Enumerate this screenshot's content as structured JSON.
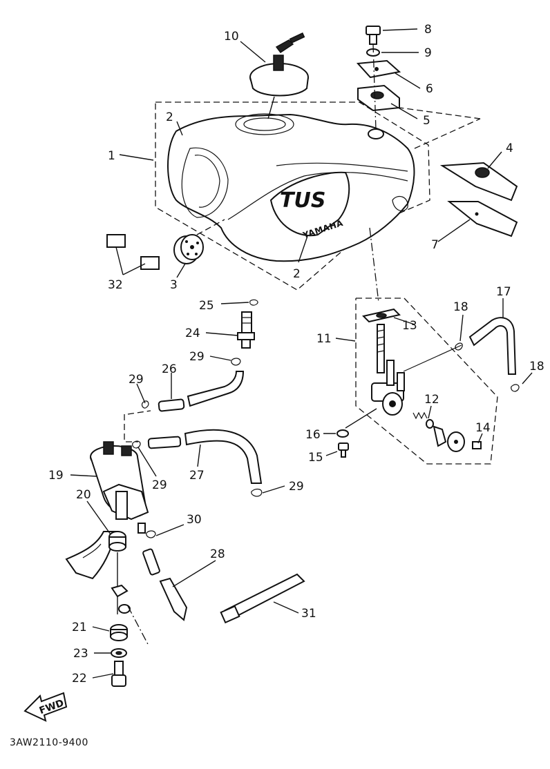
{
  "callouts": {
    "p1": "1",
    "p2a": "2",
    "p2b": "2",
    "p3": "3",
    "p4": "4",
    "p5": "5",
    "p6": "6",
    "p7": "7",
    "p8": "8",
    "p9": "9",
    "p10": "10",
    "p11": "11",
    "p12": "12",
    "p13": "13",
    "p14": "14",
    "p15": "15",
    "p16": "16",
    "p17": "17",
    "p18a": "18",
    "p18b": "18",
    "p19": "19",
    "p20": "20",
    "p21": "21",
    "p22": "22",
    "p23": "23",
    "p24": "24",
    "p25": "25",
    "p26": "26",
    "p27": "27",
    "p28": "28",
    "p29a": "29",
    "p29b": "29",
    "p29c": "29",
    "p29d": "29",
    "p30": "30",
    "p31": "31",
    "p32": "32"
  },
  "tank_emblem": "YAMAHA",
  "fwd_label": "FWD",
  "diagram_code": "3AW2110-9400"
}
